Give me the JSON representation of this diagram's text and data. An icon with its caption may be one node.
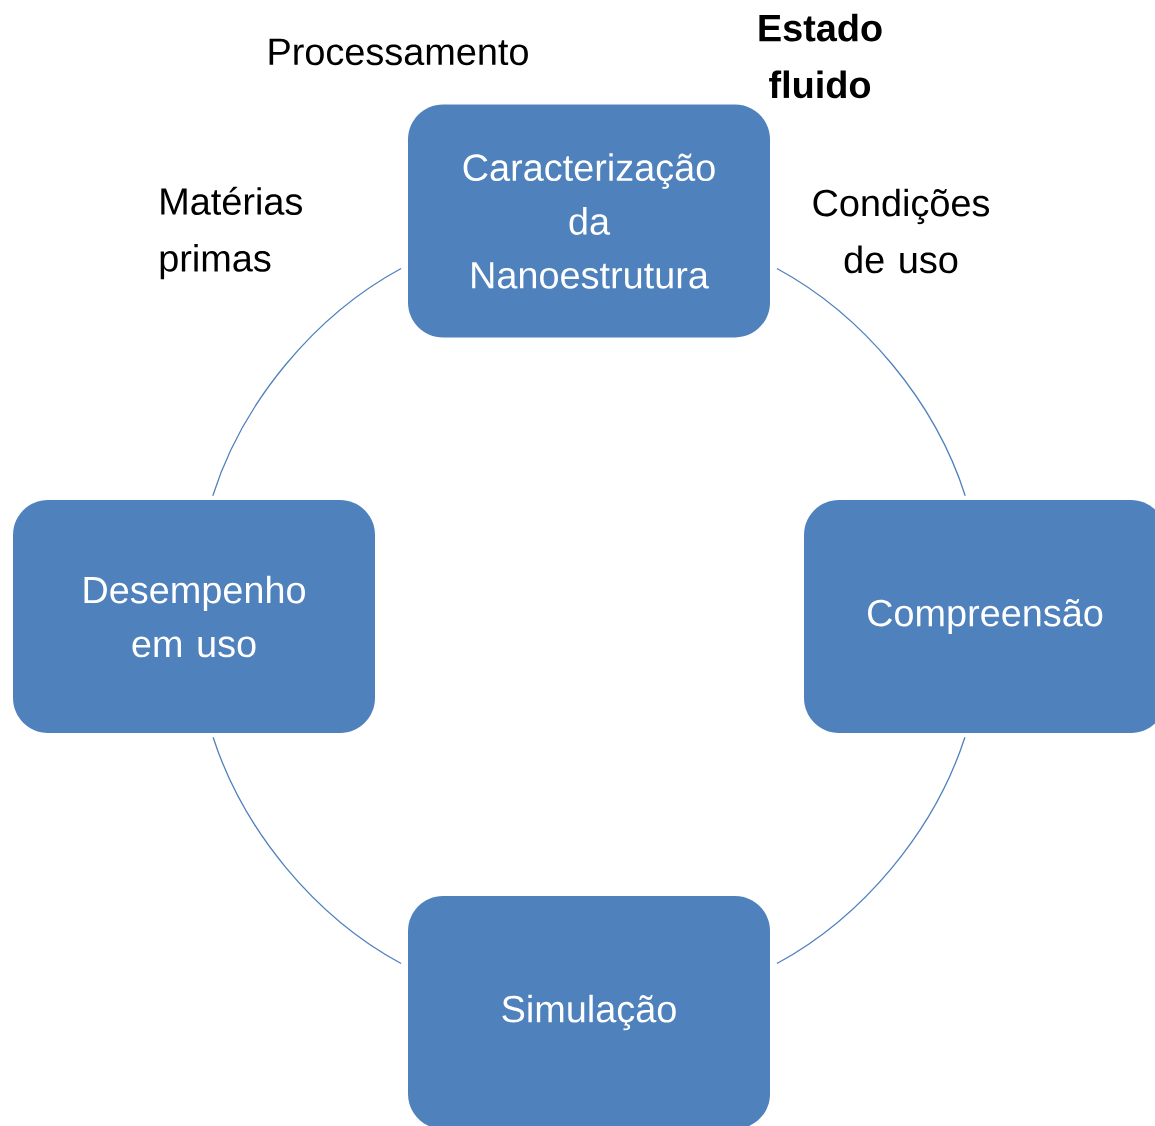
{
  "diagram": {
    "nodes": [
      {
        "text": [
          "Caracterização da Nanoestrutura"
        ]
      },
      {
        "text": [
          "Compreensão"
        ]
      },
      {
        "text": [
          "Simulação"
        ]
      },
      {
        "text": [
          "Desempenho em uso"
        ]
      }
    ],
    "edges": [
      {
        "from": 0,
        "to": 1,
        "arrow": "none"
      },
      {
        "from": 1,
        "to": 2,
        "arrow": "none"
      },
      {
        "from": 2,
        "to": 3,
        "arrow": "none"
      },
      {
        "from": 3,
        "to": 0,
        "arrow": "none"
      }
    ],
    "labels": [
      "Processamento",
      "Estado fluido",
      "Matérias primas",
      "Condições de uso"
    ]
  }
}
